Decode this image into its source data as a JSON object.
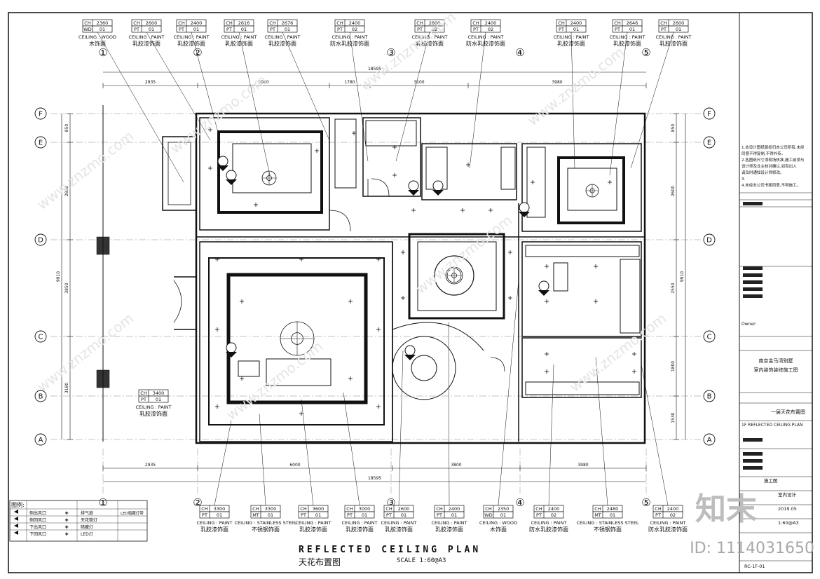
{
  "drawing": {
    "title_en": "REFLECTED  CEILING  PLAN",
    "title_cn": "天花布置图",
    "scale": "SCALE 1:60@A3"
  },
  "grid": {
    "rows": [
      "F",
      "E",
      "D",
      "C",
      "B",
      "A"
    ],
    "cols_top": [
      "①",
      "②",
      "③",
      "④",
      "⑤"
    ],
    "cols_bottom": [
      "①",
      "②",
      "③",
      "④",
      "⑤"
    ]
  },
  "dimensions": {
    "top_overall": "18595",
    "top_segments": [
      "2935",
      "5080",
      "1780",
      "3100",
      "3980"
    ],
    "bottom_overall": "18595",
    "bottom_segments": [
      "2935",
      "6000",
      "3800",
      "3980"
    ],
    "left_overall": "9910",
    "left_segments": [
      "850",
      "2800",
      "3850",
      "3180"
    ],
    "right_overall": "9910",
    "right_segments": [
      "850",
      "2600",
      "2550",
      "1800",
      "1530"
    ]
  },
  "tags_top": [
    {
      "code": "CH 2360",
      "mat": "WD 01",
      "spec": "CEILING : WOOD",
      "cn": "木饰面"
    },
    {
      "code": "CH 2600",
      "mat": "PT 01",
      "spec": "CEILING : PAINT",
      "cn": "乳胶漆饰面"
    },
    {
      "code": "CH 2400",
      "mat": "PT 01",
      "spec": "CEILING : PAINT",
      "cn": "乳胶漆饰面"
    },
    {
      "code": "CH 2616",
      "mat": "PT 01",
      "spec": "CEILING : PAINT",
      "cn": "乳胶漆饰面"
    },
    {
      "code": "CH 2676",
      "mat": "PT 01",
      "spec": "CEILING : PAINT",
      "cn": "乳胶漆饰面"
    },
    {
      "code": "CH 2400",
      "mat": "PT 02",
      "spec": "CEILING : PAINT",
      "cn": "防水乳胶漆饰面"
    },
    {
      "code": "CH 2600",
      "mat": "PT 02",
      "spec": "CEILING : PAINT",
      "cn": "乳胶漆饰面"
    },
    {
      "code": "CH 2400",
      "mat": "PT 02",
      "spec": "CEILING : PAINT",
      "cn": "防水乳胶漆饰面"
    },
    {
      "code": "CH 2400",
      "mat": "PT 01",
      "spec": "CEILING : PAINT",
      "cn": "乳胶漆饰面"
    },
    {
      "code": "CH 2646",
      "mat": "PT 01",
      "spec": "CEILING : PAINT",
      "cn": "乳胶漆饰面"
    },
    {
      "code": "CH 2600",
      "mat": "PT 01",
      "spec": "CEILING : PAINT",
      "cn": "乳胶漆饰面"
    }
  ],
  "tags_bottom": [
    {
      "code": "CH 3300",
      "mat": "PT 01",
      "spec": "CEILING : PAINT",
      "cn": "乳胶漆饰面"
    },
    {
      "code": "CH 3300",
      "mat": "MT 01",
      "spec": "CEILING : STAINLESS STEEL",
      "cn": "不锈钢饰面"
    },
    {
      "code": "CH 3600",
      "mat": "PT 01",
      "spec": "CEILING : PAINT",
      "cn": "乳胶漆饰面"
    },
    {
      "code": "CH 3000",
      "mat": "PT 01",
      "spec": "CEILING : PAINT",
      "cn": "乳胶漆饰面"
    },
    {
      "code": "CH 2600",
      "mat": "PT 01",
      "spec": "CEILING : PAINT",
      "cn": "乳胶漆饰面"
    },
    {
      "code": "CH 2400",
      "mat": "PT 01",
      "spec": "CEILING : PAINT",
      "cn": "乳胶漆饰面"
    },
    {
      "code": "CH 2350",
      "mat": "WD 01",
      "spec": "CEILING : WOOD",
      "cn": "木饰面"
    },
    {
      "code": "CH 2400",
      "mat": "PT 02",
      "spec": "CEILING : PAINT",
      "cn": "防水乳胶漆饰面"
    },
    {
      "code": "CH 2480",
      "mat": "MT 01",
      "spec": "CEILING : STAINLESS STEEL",
      "cn": "不锈钢饰面"
    },
    {
      "code": "CH 2400",
      "mat": "PT 02",
      "spec": "CEILING : PAINT",
      "cn": "防水乳胶漆饰面"
    }
  ],
  "tag_side": {
    "code": "CH 3400",
    "mat": "PT 01",
    "spec": "CEILING : PAINT",
    "cn": "乳胶漆饰面"
  },
  "legend": {
    "heading": "图例:",
    "rows": [
      [
        "侧出风口",
        "排气扇"
      ],
      [
        "侧回风口",
        "天花筒灯"
      ],
      [
        "下出风口",
        "暗藏灯"
      ],
      [
        "下回风口",
        "LED灯"
      ]
    ],
    "extra": "LED暗藏灯带"
  },
  "title_block": {
    "notes": [
      "1.本设计图纸版权归本公司所有,未经",
      "  同意不得复制,不得外传。",
      "2.各图纸尺寸须现场核准,施工前须与",
      "  设计师及业主核对确认,如有出入",
      "  请及时通知设计师修改。",
      "3.",
      "4.未经本公司书面同意,不得施工。"
    ],
    "owner": "Owner:",
    "project_cn_1": "南京金马湾别墅",
    "project_cn_2": "室内装饰装修施工图",
    "sheet_cn": "一层天花布置图",
    "sheet_en": "1F REFLECTED  CEILING  PLAN",
    "stage": "施工图",
    "dept": "室内设计",
    "date": "2019.05",
    "scale": "1:60@A3",
    "sheet_no": "RC-1F-01"
  },
  "watermark": {
    "logo": "知末",
    "id": "ID: 1114031650",
    "site": "www.znzmo.com"
  }
}
